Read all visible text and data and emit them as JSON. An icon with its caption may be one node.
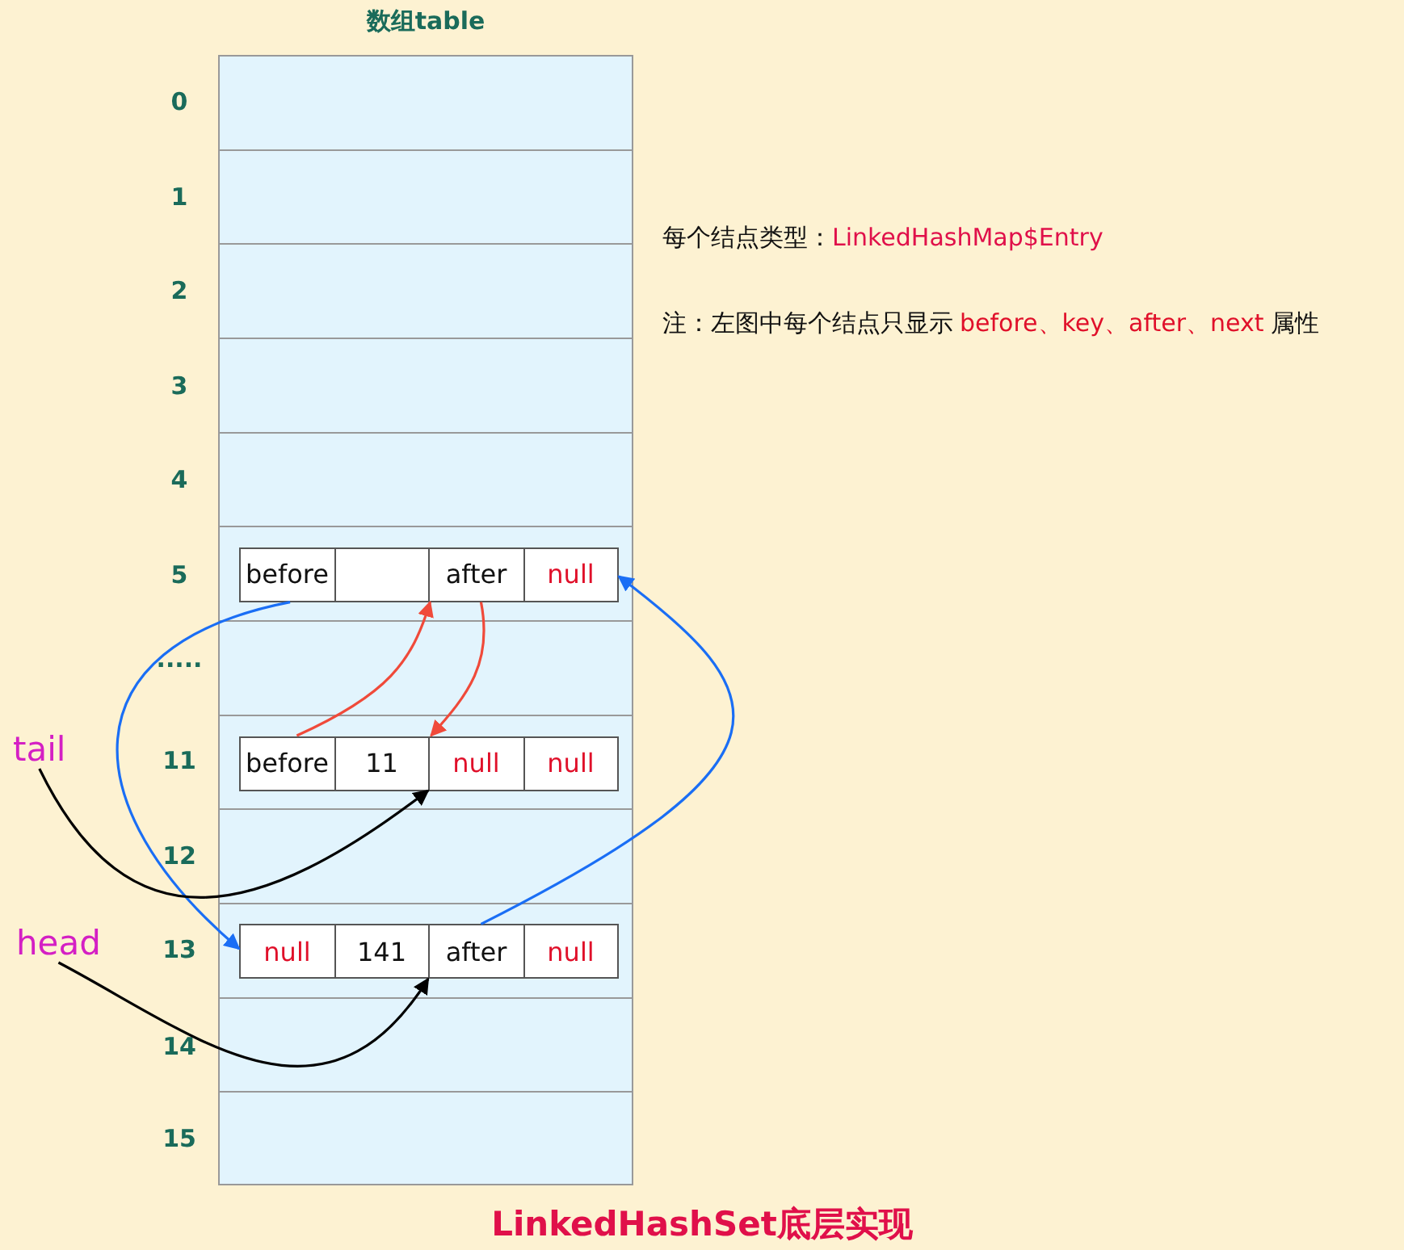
{
  "diagram": {
    "caption": "LinkedHashSet底层实现",
    "nodes": [
      {
        "text": [
          "数组table"
        ]
      },
      {
        "text": [],
        "shape": "box",
        "in": 0
      },
      {
        "text": [
          "before"
        ],
        "in": 1
      },
      {
        "text": [],
        "shape": "box",
        "in": 1
      },
      {
        "text": [
          "after"
        ],
        "in": 1
      },
      {
        "text": [
          "null"
        ],
        "in": 1
      },
      {
        "text": [],
        "shape": "box",
        "in": 0
      },
      {
        "text": [
          "before"
        ],
        "in": 6
      },
      {
        "text": [
          "11"
        ],
        "in": 6
      },
      {
        "text": [
          "null"
        ],
        "in": 6
      },
      {
        "text": [
          "null"
        ],
        "in": 6
      },
      {
        "text": [],
        "shape": "box",
        "in": 0
      },
      {
        "text": [
          "null"
        ],
        "in": 11
      },
      {
        "text": [
          "141"
        ],
        "in": 11
      },
      {
        "text": [
          "after"
        ],
        "in": 11
      },
      {
        "text": [
          "null"
        ],
        "in": 11
      },
      {
        "text": [
          "tail"
        ]
      },
      {
        "text": [
          "head"
        ]
      }
    ],
    "edges": [
      {
        "from": 2,
        "to": 12,
        "arrow": "to",
        "color": "#1a6ef5"
      },
      {
        "from": 14,
        "to": 5,
        "arrow": "to",
        "color": "#1a6ef5"
      },
      {
        "from": 7,
        "to": 4,
        "arrow": "to",
        "color": "#f04a3a"
      },
      {
        "from": 4,
        "to": 9,
        "arrow": "to",
        "color": "#f04a3a"
      },
      {
        "from": 16,
        "to": 6,
        "arrow": "to",
        "color": "#000000"
      },
      {
        "from": 17,
        "to": 11,
        "arrow": "to",
        "color": "#000000"
      }
    ],
    "labels": [
      "0",
      "1",
      "2",
      "3",
      "4",
      "5",
      ".....",
      "11",
      "12",
      "13",
      "14",
      "15",
      "每个结点类型：",
      "LinkedHashMap$Entry",
      "注：左图中每个结点只显示",
      "before、key、after、next",
      "属性"
    ]
  }
}
